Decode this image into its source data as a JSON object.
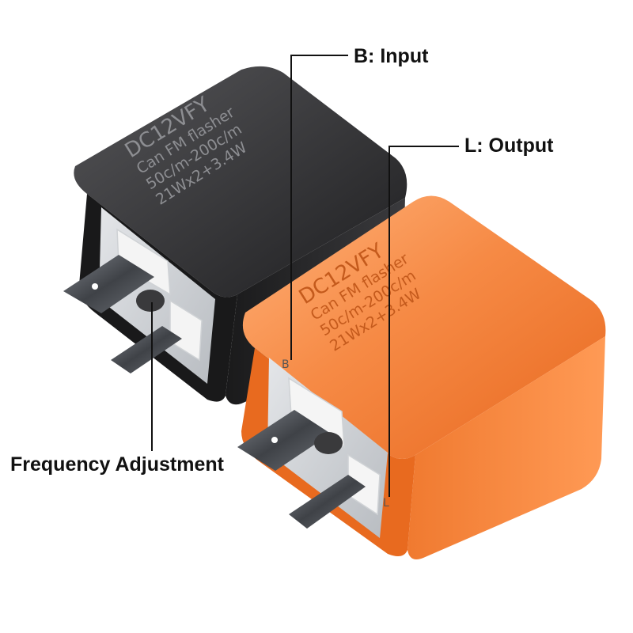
{
  "labels": {
    "input": "B: Input",
    "output": "L: Output",
    "frequency": "Frequency Adjustment"
  },
  "flasher_print": {
    "line1": "DC12VFY",
    "line2": "Can FM flasher",
    "line3": "50c/m-200c/m",
    "line4": "21Wx2+3.4W"
  },
  "terminal_marks": {
    "b": "B",
    "l": "L"
  },
  "colors": {
    "black_housing": "#2a2a2c",
    "orange_housing": "#f47a2e",
    "metal": "#c9ccd0"
  }
}
